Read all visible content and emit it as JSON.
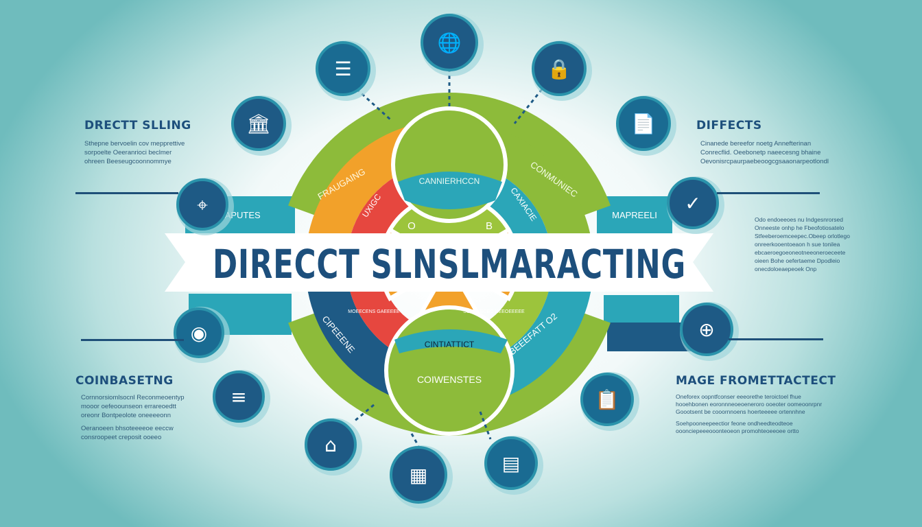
{
  "title": "DIRECCT SLNSLMARACTING",
  "colors": {
    "dark_blue": "#1e5a85",
    "teal": "#2ba6b8",
    "green": "#8dbb3a",
    "orange": "#f2a12a",
    "red": "#e6473f",
    "navy": "#1d4f7c"
  },
  "left_top": {
    "heading": "DRECTT SLLING",
    "lines": [
      "Sthepne bervoelin cov mepprettive",
      "sorpoelte Oeeranrioci beclmer",
      "ohreen Beeseugcoonnommye"
    ]
  },
  "right_top": {
    "heading": "DIFFECTS",
    "lines": [
      "Cinanede bereefor noetg Annefterinan",
      "Conrecflid. Oeebonetp naeecesng bhaine",
      "Oevonisrcpaurpaebeoogcgsaaonarpeotlondl"
    ]
  },
  "right_mid": {
    "lines": [
      "Odo endoeeoes nu Indgesnrorsed",
      "Onneeste onhp he Fbeofotiosatelo",
      "Stfeeberoemceepec.Obeep orlotlego",
      "onreerkooentoeaon h sue tonilea",
      "ebcaeroegoeoneotneeoneroeceete",
      "oieen Bohe oefertaeme Dpodleio",
      "onecdoloeaepeoek Onp"
    ]
  },
  "left_bottom": {
    "heading": "COINBASETNG",
    "lines": [
      "Cornnorsiomlsocnl Reconmeoentyp",
      "mooor oefeoounseon errareoedtt",
      "oreonr Bontpeolote oneeeeonn",
      "Oeranoeen bhsoteeeeoe eeccw",
      "consroopeet creposit ooeeo"
    ]
  },
  "right_bottom": {
    "heading": "MAGE FROMETTACTECT",
    "lines": [
      "Oneforex oopntfconser eeeorethe teroictoel fhue",
      "hooehbonen eoronnneoeoeneroro ooeoter oomeoonrpnr",
      "Goootsent be cooornnoens hoerteeeee ortennhne",
      "Soehpooneepeectior feone ondheedteodteoe",
      "ooonciepeeeooonteoeon promohteoeeoee ortto"
    ]
  },
  "side_tabs": {
    "left": "FRAPUTES",
    "right": "MAPREELI"
  },
  "segments": {
    "top_circle": "CANNIERHCCN",
    "orange_arc": "FRAUGAING",
    "green_right_arc": "CONMUNIEC",
    "red_inner": "UXIGC",
    "blue_inner": "CAXIACIE",
    "core_left": "O",
    "core_right": "B",
    "lower_left_arc": "CIPEEENE",
    "lower_right_arc": "BEEEFATT O2",
    "bottom_band": "CINTIATTICT",
    "bottom_circle": "COIWENSTES",
    "red_small": "MOEECENS GAEEEEE",
    "green_small": "SONEEECEO NEEOEEEEE"
  },
  "icons": [
    "globe-cart-icon",
    "document-list-icon",
    "lock-document-icon",
    "bank-building-icon",
    "chart-document-icon",
    "location-pin-icon",
    "pin-check-icon",
    "eye-icon",
    "target-icon",
    "lightbulb-list-icon",
    "clipboard-icon",
    "house-tag-icon",
    "calculator-icon",
    "tablet-chart-icon"
  ]
}
